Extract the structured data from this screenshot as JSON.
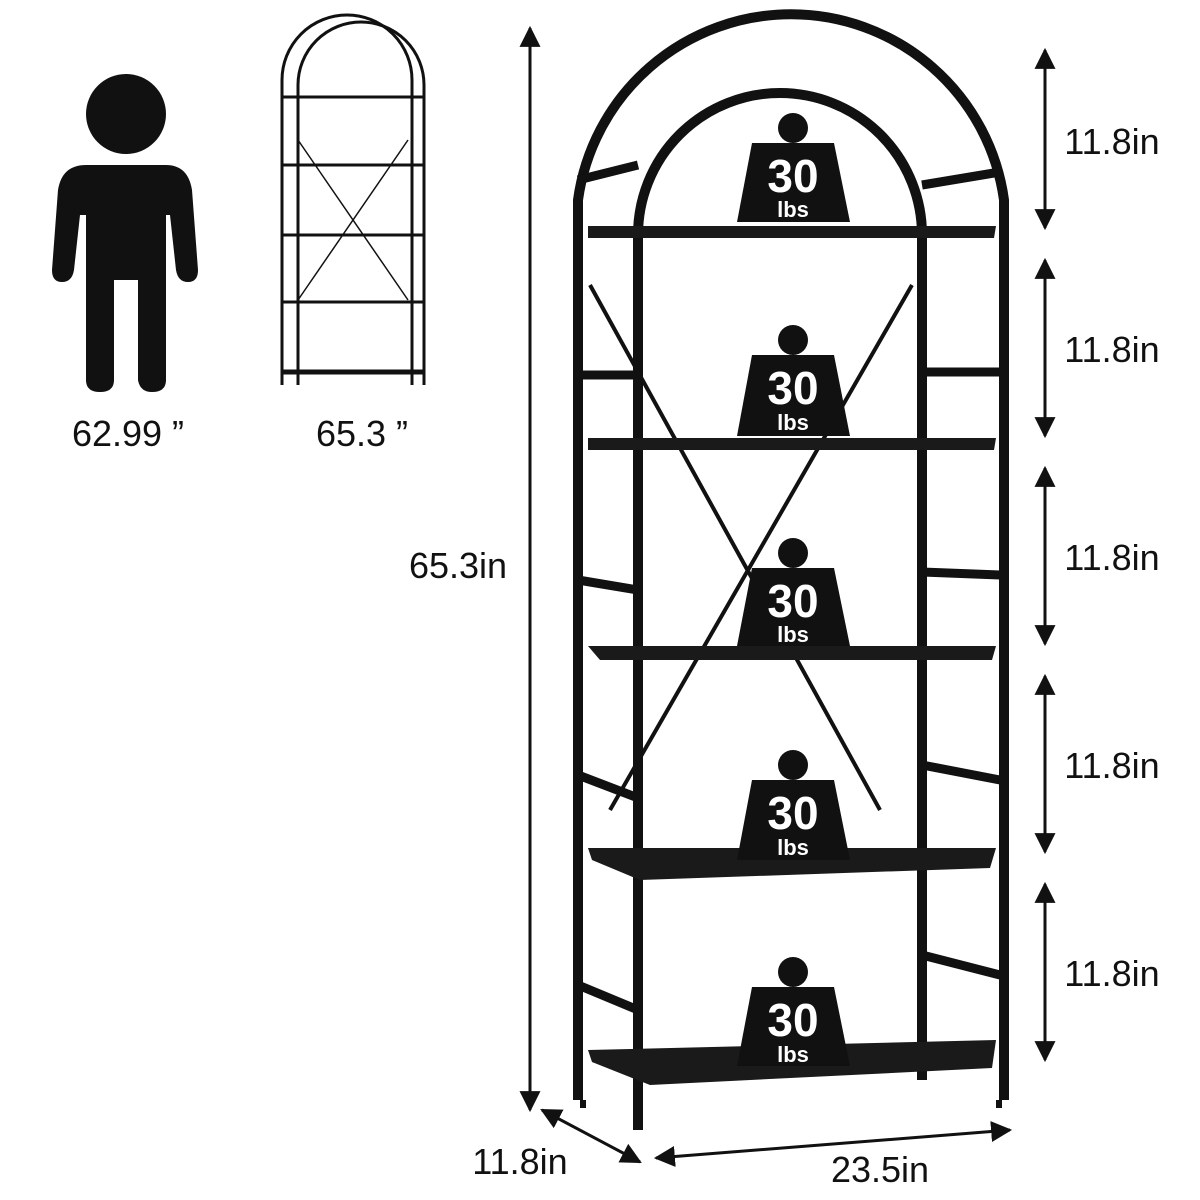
{
  "comparison": {
    "person_height": "62.99 ”",
    "shelf_height": "65.3 ”"
  },
  "dimensions": {
    "total_height": "65.3in",
    "depth": "11.8in",
    "width": "23.5in",
    "tier_spacing": [
      "11.8in",
      "11.8in",
      "11.8in",
      "11.8in",
      "11.8in"
    ]
  },
  "capacity_badges": [
    {
      "value": "30",
      "unit": "lbs"
    },
    {
      "value": "30",
      "unit": "lbs"
    },
    {
      "value": "30",
      "unit": "lbs"
    },
    {
      "value": "30",
      "unit": "lbs"
    },
    {
      "value": "30",
      "unit": "lbs"
    }
  ],
  "colors": {
    "frame": "#111111",
    "shelf": "#1a1a1a",
    "badge": "#111111",
    "text": "#111111"
  }
}
